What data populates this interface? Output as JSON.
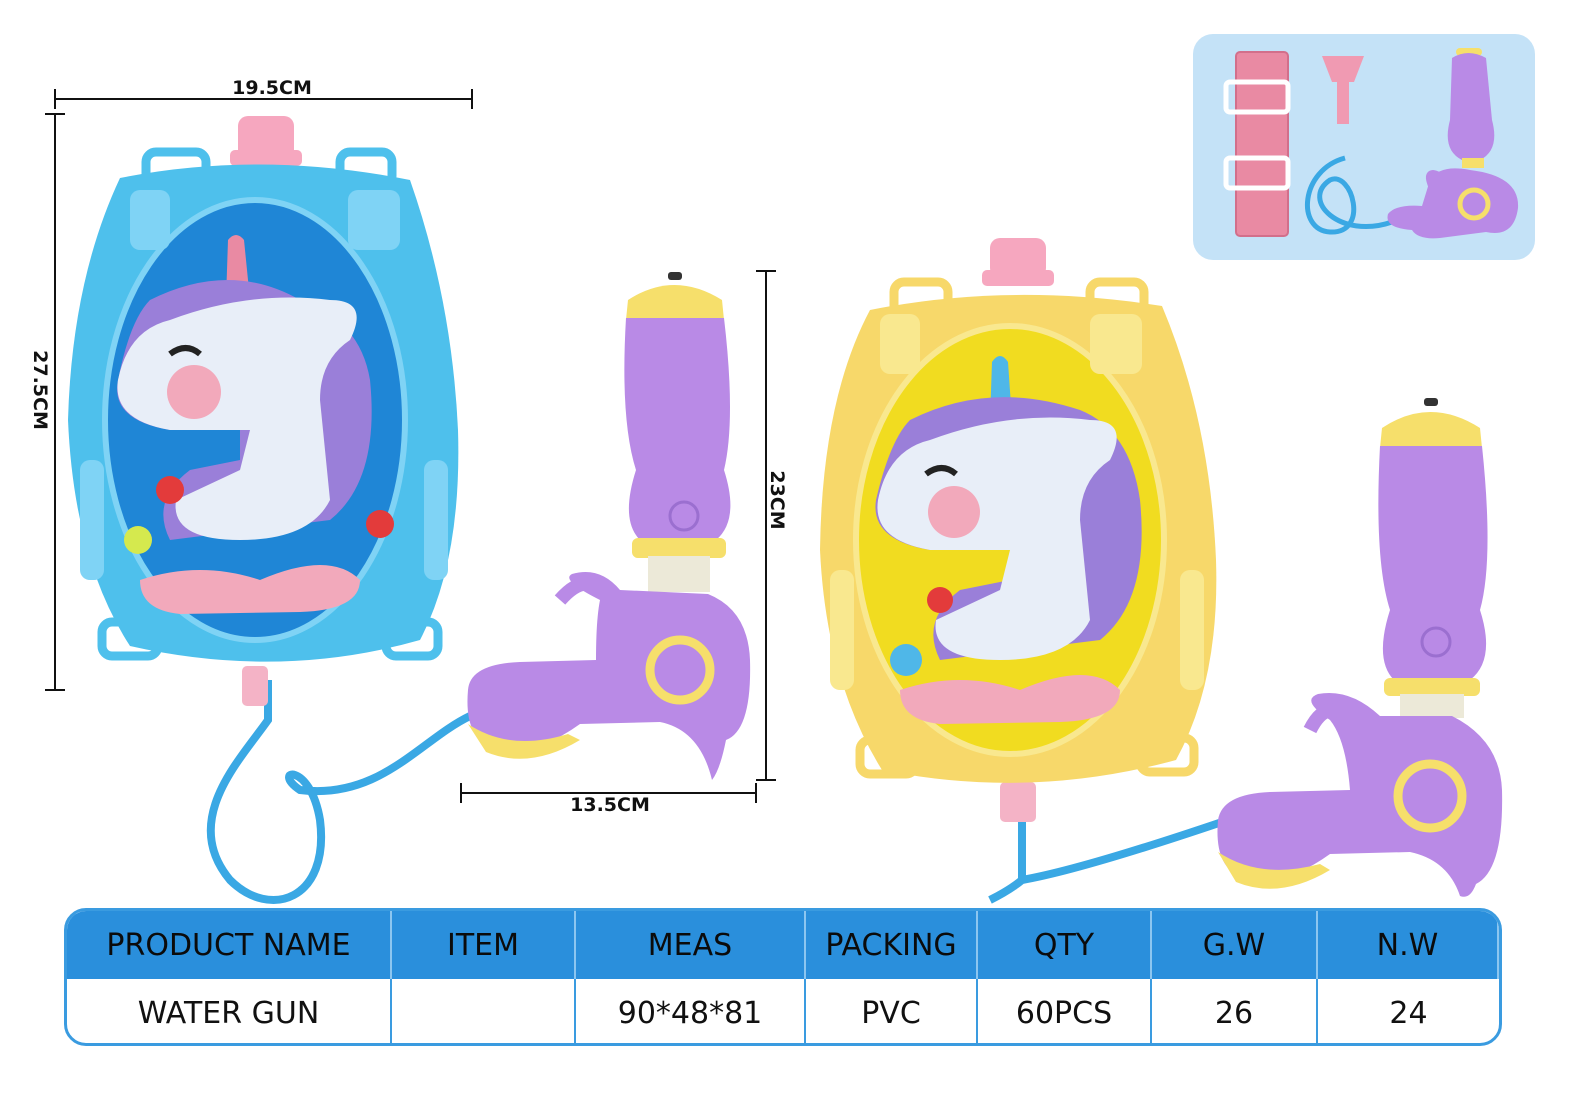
{
  "dimensions": {
    "width_label": "19.5CM",
    "height_label": "27.5CM",
    "gun_height_label": "23CM",
    "gun_width_label": "13.5CM"
  },
  "colors": {
    "blue_tank": "#4ec0ec",
    "yellow_tank": "#f7d86a",
    "gun_purple": "#b98ae6",
    "gun_yellow": "#f6df6b",
    "table_header": "#2a8fdc",
    "hose": "#3aa8e4"
  },
  "images": {
    "blue_backpack": "blue unicorn water tank backpack",
    "yellow_backpack": "yellow unicorn water tank backpack",
    "accessories": "accessories: strap, nozzle, hose, gun"
  },
  "spec_table": {
    "headers": [
      "PRODUCT NAME",
      "ITEM",
      "MEAS",
      "PACKING",
      "QTY",
      "G.W",
      "N.W"
    ],
    "rows": [
      [
        "WATER GUN",
        "",
        "90*48*81",
        "PVC",
        "60PCS",
        "26",
        "24"
      ]
    ]
  }
}
